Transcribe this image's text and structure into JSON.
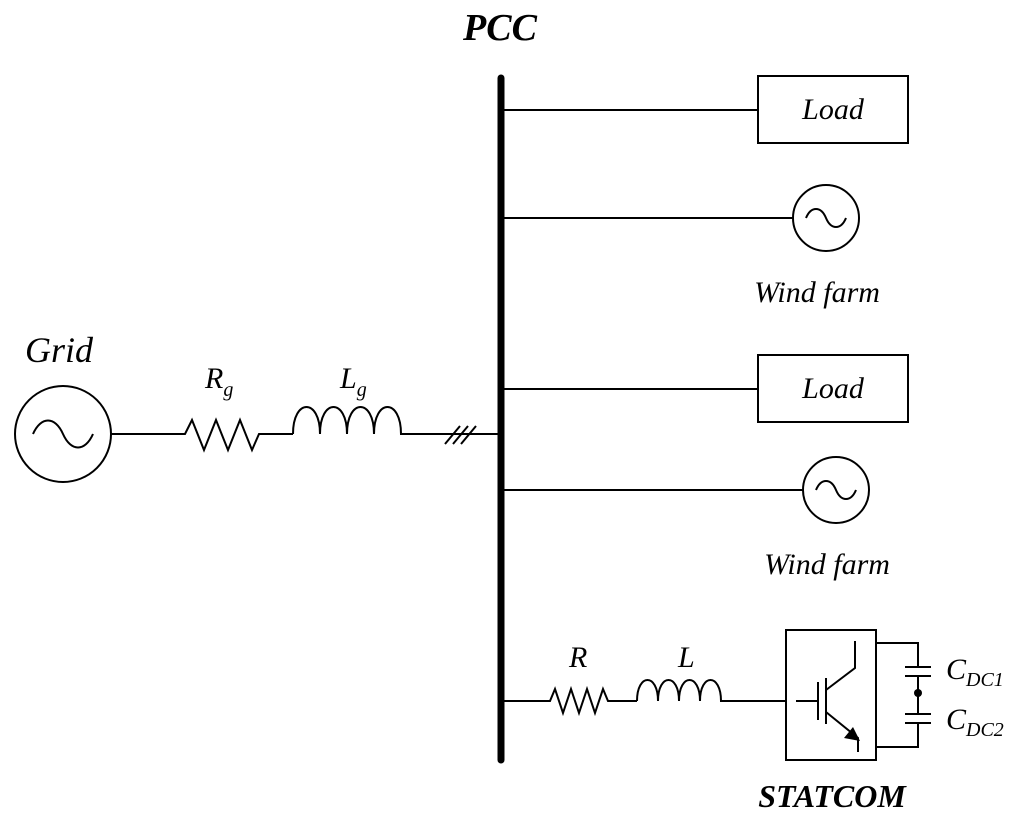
{
  "pcc_label": "PCC",
  "grid": {
    "label": "Grid",
    "resistor_label": "R",
    "resistor_sub": "g",
    "inductor_label": "L",
    "inductor_sub": "g"
  },
  "feeders": {
    "load1_label": "Load",
    "wind1_label": "Wind farm",
    "load2_label": "Load",
    "wind2_label": "Wind farm"
  },
  "statcom": {
    "label": "STATCOM",
    "resistor_label": "R",
    "inductor_label": "L",
    "cap1_label": "C",
    "cap1_sub": "DC1",
    "cap2_label": "C",
    "cap2_sub": "DC2"
  }
}
